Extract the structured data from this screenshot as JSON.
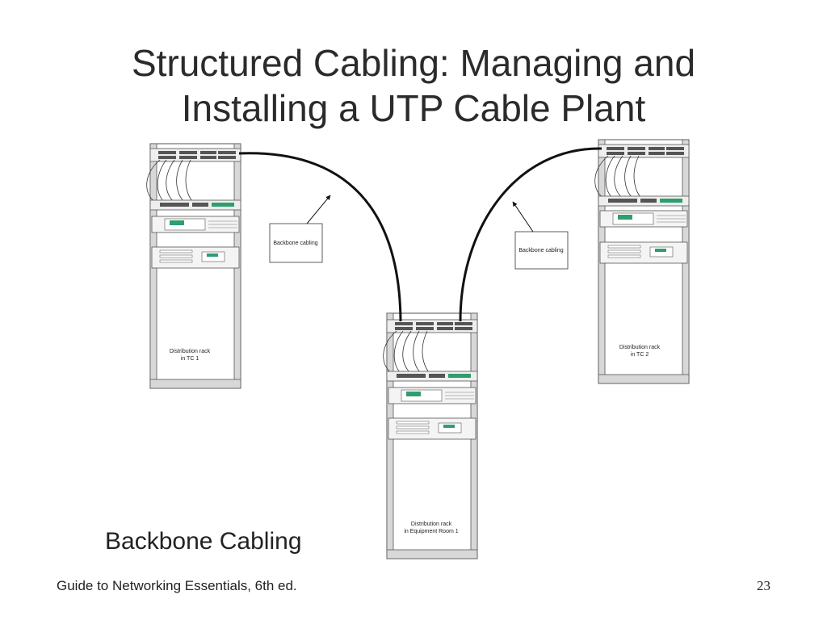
{
  "title": {
    "line1": "Structured Cabling: Managing and",
    "line2": "Installing a UTP Cable Plant"
  },
  "diagram": {
    "racks": {
      "tc1": {
        "label_line1": "Distribution rack",
        "label_line2": "in TC 1"
      },
      "tc2": {
        "label_line1": "Distribution rack",
        "label_line2": "in TC 2"
      },
      "er1": {
        "label_line1": "Distribution rack",
        "label_line2": "in Equipment Room 1"
      }
    },
    "callouts": {
      "left": "Backbone cabling",
      "right": "Backbone cabling"
    }
  },
  "caption": "Backbone Cabling",
  "footer": {
    "source": "Guide to Networking Essentials, 6th ed.",
    "page_number": "23"
  },
  "colors": {
    "rack_frame": "#d8d8d8",
    "rack_border": "#555555",
    "display_green": "#2e9e6e",
    "cable": "#111111"
  }
}
